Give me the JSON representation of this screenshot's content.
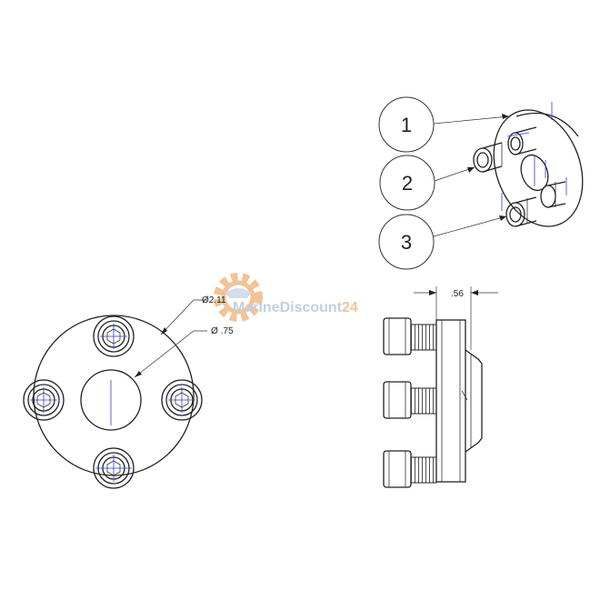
{
  "balloons": [
    "1",
    "2",
    "3"
  ],
  "dimensions": {
    "outer_diameter": "2.11",
    "bore_diameter": ".75",
    "thickness": ".56",
    "diameter_symbol": "Ø"
  },
  "watermark": {
    "text_a": "MarineDiscount",
    "text_b": "24"
  },
  "colors": {
    "line": "#222222",
    "centerline": "#2a3fd6",
    "watermark_gear": "#f2b885",
    "watermark_text": "#b8c8d8"
  }
}
